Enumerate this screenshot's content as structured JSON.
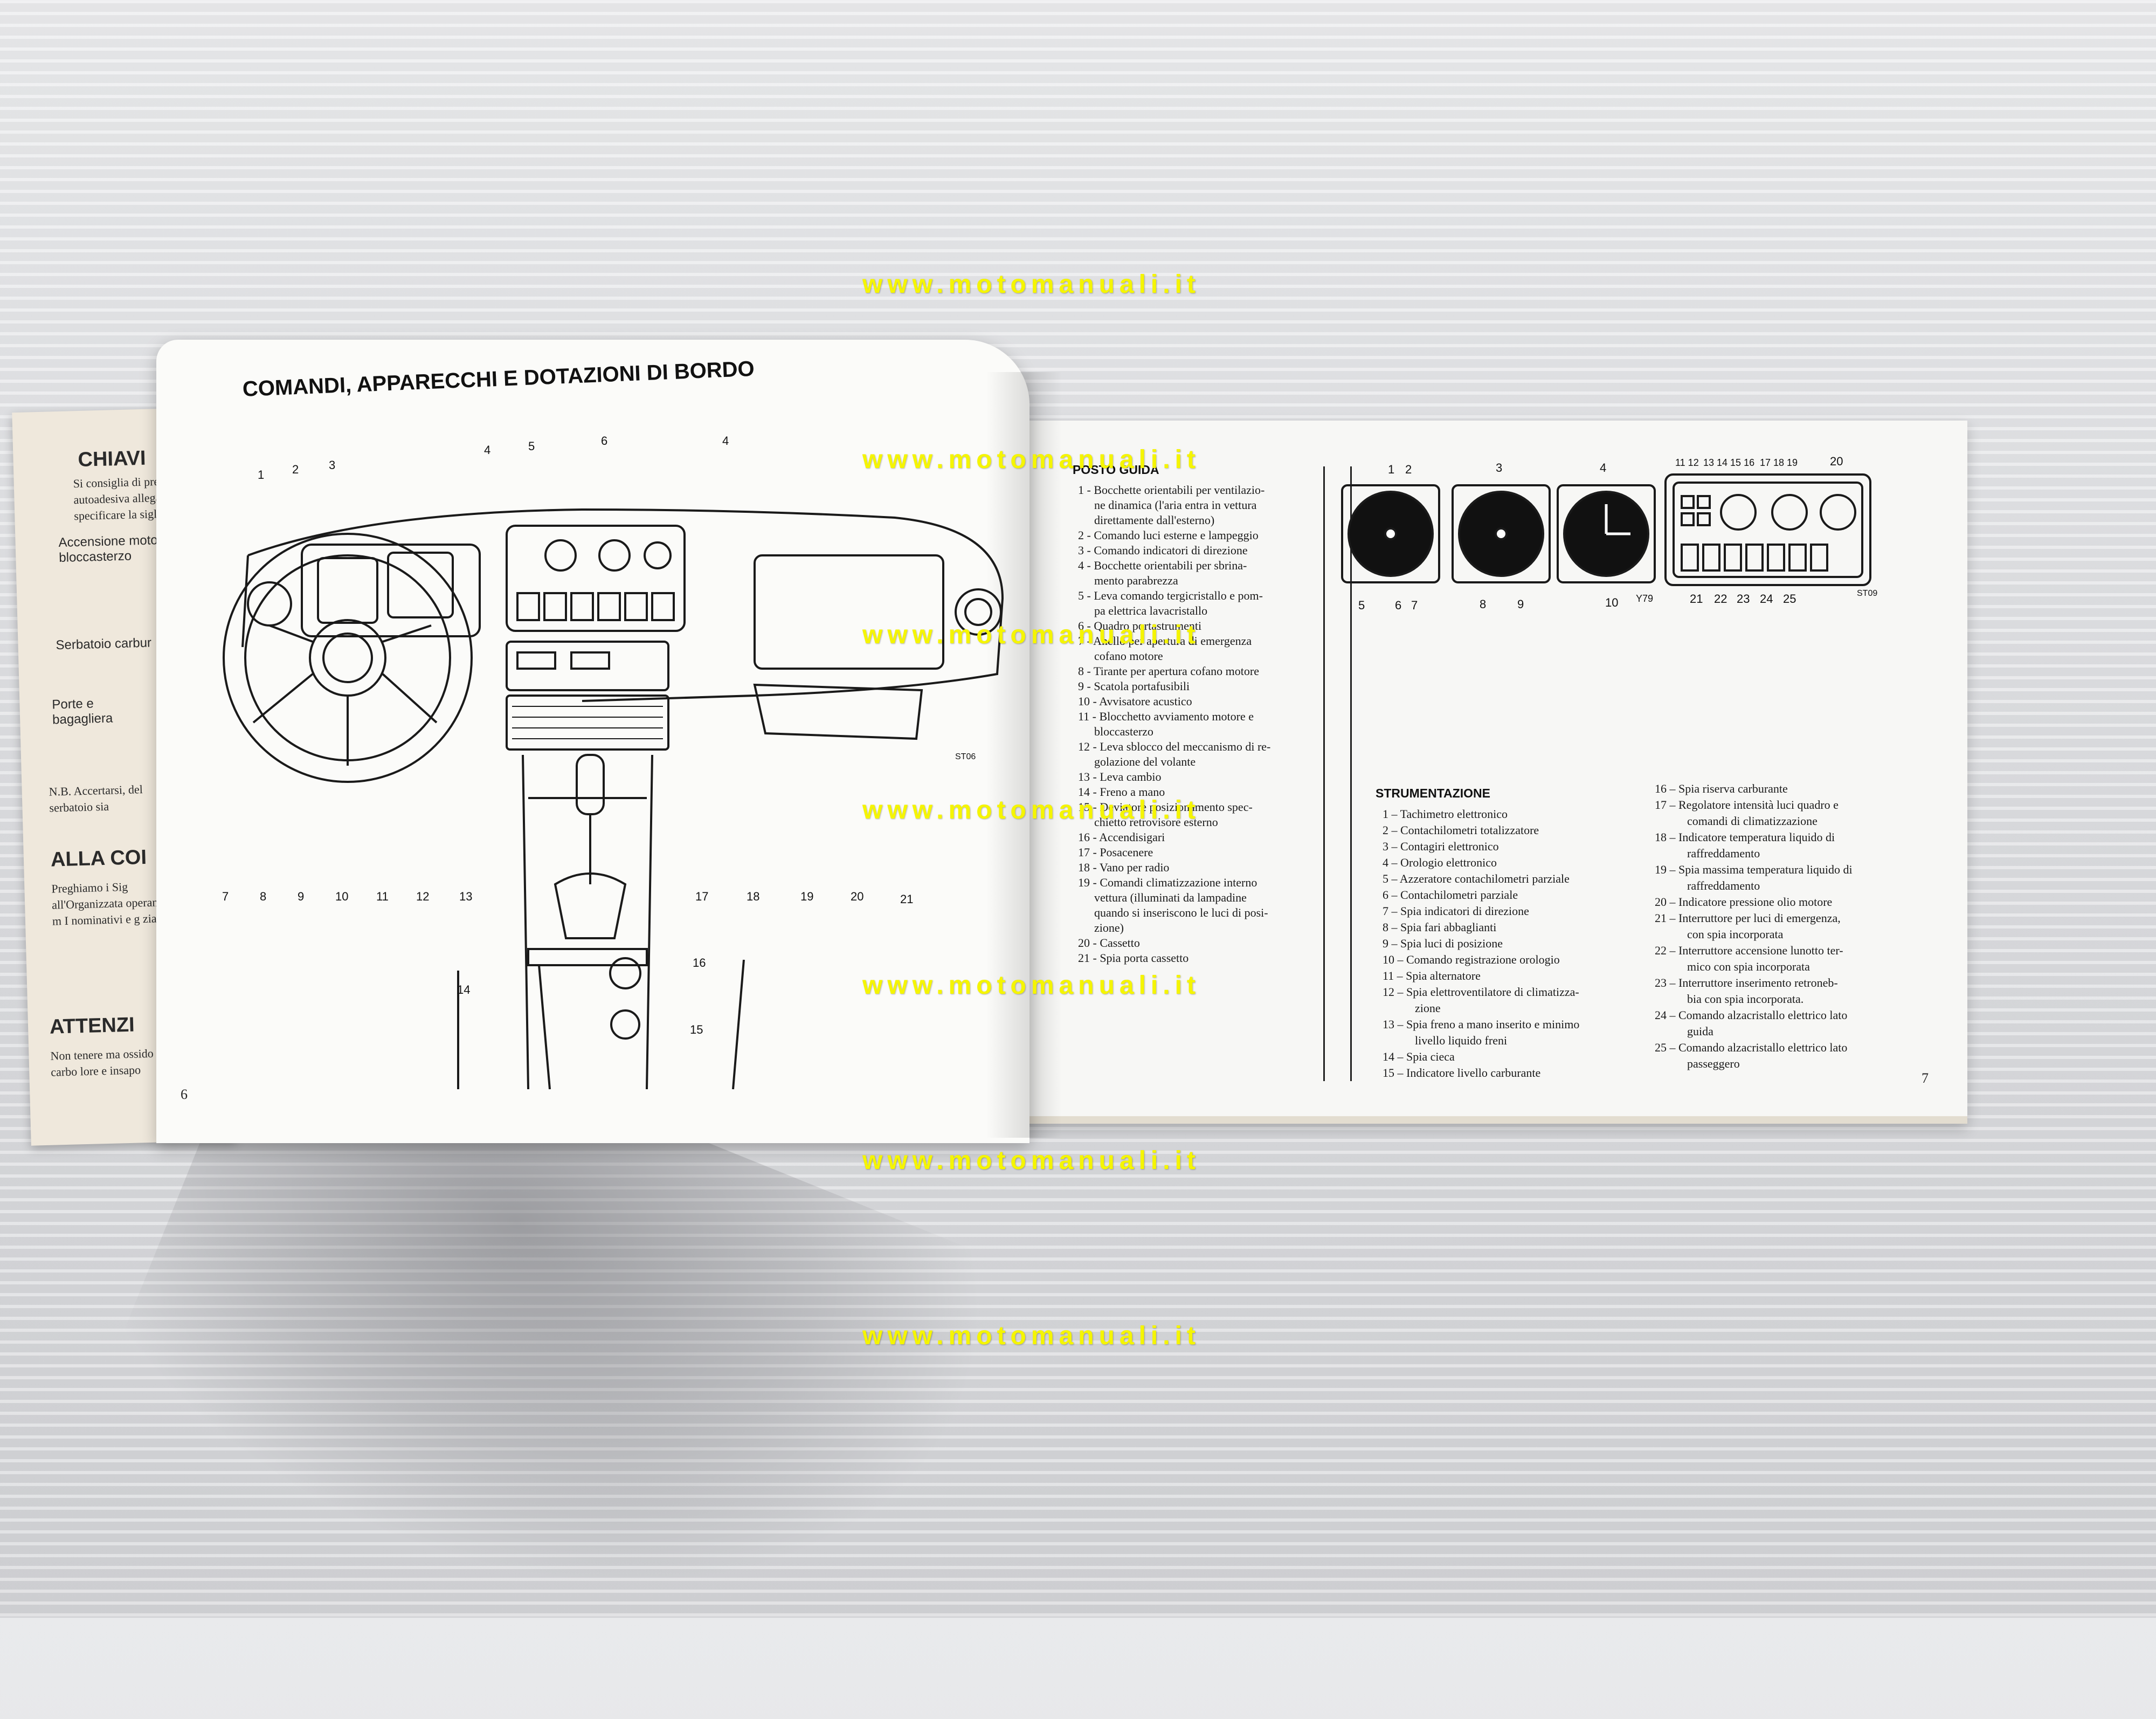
{
  "watermark": "www.motomanuali.it",
  "back_page": {
    "heading_keys": "CHIAVI",
    "keys_text": "Si consiglia di pren- autoadesiva allegat specificare la sigla.",
    "label_ignition": "Accensione moto bloccasterzo",
    "label_fuel": "Serbatoio carbur",
    "label_doors": "Porte e bagagliera",
    "nb_text": "N.B. Accertarsi, del serbatoio sia",
    "heading_alla": "ALLA COI",
    "alla_text": "Preghiamo i Sig all'Organizzata operante nel m I nominativi e g ziali.",
    "heading_attenz": "ATTENZI",
    "attenz_text": "Non tenere ma ossido di carbo lore e insapo"
  },
  "left_page": {
    "title": "COMANDI, APPARECCHI E DOTAZIONI DI BORDO",
    "page_number": "6",
    "figure_code": "ST06",
    "callouts_top": [
      "1",
      "2",
      "3",
      "4",
      "5",
      "6",
      "4"
    ],
    "callouts_bottom": [
      "7",
      "8",
      "9",
      "10",
      "11",
      "12",
      "13",
      "17",
      "18",
      "19",
      "20",
      "21"
    ],
    "callouts_side": [
      "16",
      "14",
      "15"
    ]
  },
  "right_page": {
    "page_number": "7",
    "posto_guida": {
      "heading": "POSTO GUIDA",
      "items": [
        "1 - Bocchette orientabili per ventilazio-",
        "ne dinamica (l'aria entra in vettura",
        "direttamente dall'esterno)",
        "2 - Comando luci esterne e lampeggio",
        "3 - Comando indicatori di direzione",
        "4 - Bocchette orientabili per sbrina-",
        "mento parabrezza",
        "5 - Leva comando tergicristallo e pom-",
        "pa elettrica lavacristallo",
        "6 - Quadro portastrumenti",
        "7 - Anello per apertura di emergenza",
        "cofano motore",
        "8 - Tirante per apertura cofano motore",
        "9 - Scatola portafusibili",
        "10 - Avvisatore acustico",
        "11 - Blocchetto avviamento motore e",
        "bloccasterzo",
        "12 - Leva sblocco del meccanismo di re-",
        "golazione del volante",
        "13 - Leva cambio",
        "14 - Freno a mano",
        "15 - Deviatore posizionamento spec-",
        "chietto retrovisore esterno",
        "16 - Accendisigari",
        "17 - Posacenere",
        "18 - Vano per radio",
        "19 - Comandi climatizzazione interno",
        "vettura (illuminati da lampadine",
        "quando si inseriscono le luci di posi-",
        "zione)",
        "20 - Cassetto",
        "21 - Spia porta cassetto"
      ]
    },
    "strumentazione": {
      "heading": "STRUMENTAZIONE",
      "items_col_a": [
        "1 – Tachimetro elettronico",
        "2 – Contachilometri totalizzatore",
        "3 – Contagiri elettronico",
        "4 – Orologio elettronico",
        "5 – Azzeratore contachilometri parziale",
        "6 – Contachilometri parziale",
        "7 – Spia indicatori di direzione",
        "8 – Spia fari abbaglianti",
        "9 – Spia luci di posizione",
        "10 – Comando registrazione orologio",
        "11 – Spia alternatore",
        "12 – Spia elettroventilatore di climatizza-",
        "zione",
        "13 – Spia freno a mano inserito e minimo",
        "livello liquido freni",
        "14 – Spia cieca",
        "15 – Indicatore livello carburante"
      ],
      "items_col_b": [
        "16 – Spia riserva carburante",
        "17 – Regolatore intensità luci quadro e",
        "comandi di climatizzazione",
        "18 – Indicatore temperatura liquido di",
        "raffreddamento",
        "19 – Spia massima temperatura liquido di",
        "raffreddamento",
        "20 – Indicatore pressione olio motore",
        "21 – Interruttore per luci di emergenza,",
        "con spia incorporata",
        "22 – Interruttore accensione lunotto ter-",
        "mico con spia incorporata",
        "23 – Interruttore inserimento retroneb-",
        "bia con spia incorporata.",
        "24 – Comando alzacristallo elettrico lato",
        "guida",
        "25 – Comando alzacristallo elettrico lato",
        "passeggero"
      ]
    },
    "gauge_callouts_top": [
      "1",
      "2",
      "3",
      "4",
      "11 12",
      "13 14 15 16",
      "17 18 19",
      "20"
    ],
    "gauge_callouts_bottom": [
      "5",
      "6",
      "7",
      "8",
      "9",
      "10",
      "Y79",
      "21",
      "22",
      "23",
      "24",
      "25",
      "ST09"
    ]
  }
}
